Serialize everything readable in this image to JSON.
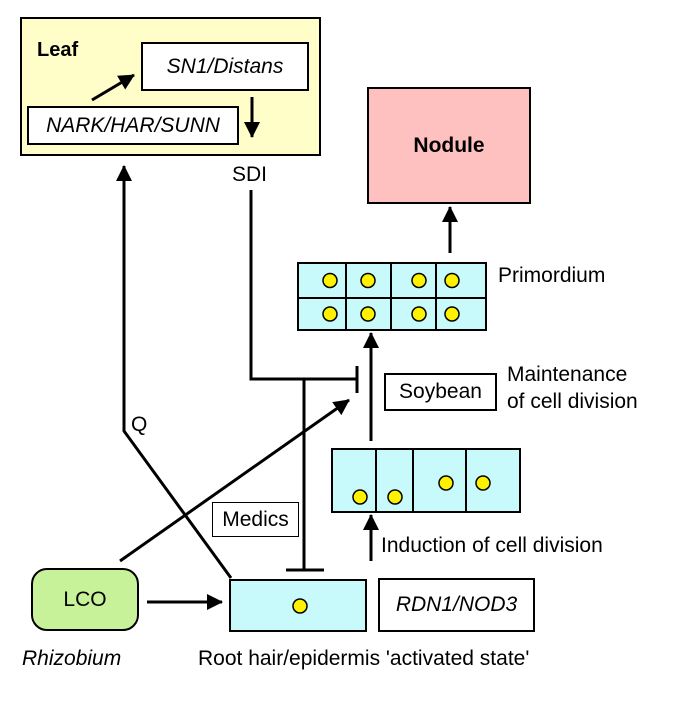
{
  "colors": {
    "leaf_fill": "#fffdc8",
    "nodule_fill": "#ffc0c0",
    "cell_fill": "#c8fafc",
    "nucleus_fill": "#fff200",
    "lco_fill": "#c8f29a",
    "stroke": "#000000"
  },
  "leaf": {
    "title": "Leaf",
    "sn1_label": "SN1/Distans",
    "nark_label": "NARK/HAR/SUNN"
  },
  "signals": {
    "sdi": "SDI",
    "q": "Q"
  },
  "nodule": {
    "label": "Nodule"
  },
  "primordium": {
    "label": "Primordium",
    "rows": 2,
    "cols": 4
  },
  "maintenance": {
    "box_label": "Soybean",
    "line1": "Maintenance",
    "line2": "of cell division"
  },
  "induction": {
    "label": "Induction of cell division",
    "cells": 4
  },
  "medics": {
    "label": "Medics"
  },
  "lco": {
    "label": "LCO",
    "organism": "Rhizobium"
  },
  "root_hair": {
    "gene_label": "RDN1/NOD3",
    "state_label": "Root hair/epidermis 'activated state'"
  }
}
